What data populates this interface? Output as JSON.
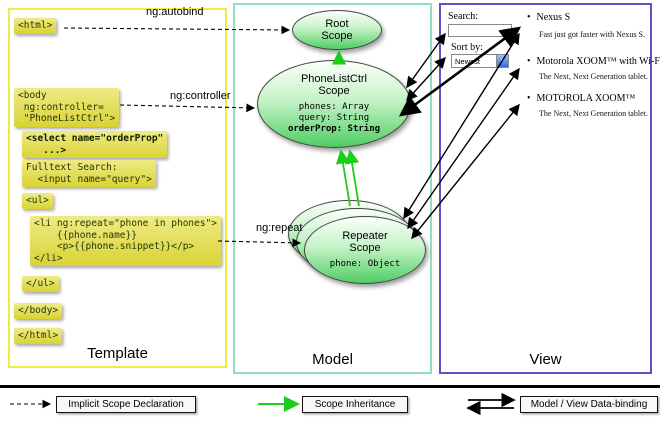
{
  "panels": {
    "template_label": "Template",
    "model_label": "Model",
    "view_label": "View"
  },
  "template_code": {
    "html_open": "<html>",
    "body_open": "<body\n ng:controller=\n \"PhoneListCtrl\">",
    "select_orderprop": "<select name=\"orderProp\"\n   ...>",
    "fulltext_search": "Fulltext Search:\n  <input name=\"query\">",
    "ul_open": "<ul>",
    "li_repeat": "<li ng:repeat=\"phone in phones\">\n    {{phone.name}}\n    <p>{{phone.snippet}}</p>\n</li>",
    "ul_close": "</ul>",
    "body_close": "</body>",
    "html_close": "</html>"
  },
  "model": {
    "root_scope_title": "Root\nScope",
    "phonelist_title": "PhoneListCtrl\nScope",
    "phonelist_props": [
      "phones: Array",
      "query: String",
      "orderProp: String"
    ],
    "repeater_title": "Repeater\nScope",
    "repeater_prop": "phone: Object"
  },
  "arrow_labels": {
    "autobind": "ng:autobind",
    "controller": "ng:controller",
    "repeat": "ng:repeat"
  },
  "view": {
    "search_label": "Search:",
    "sort_label": "Sort by:",
    "sort_value": "Newest",
    "sort_dropdown_glyph": "▾",
    "items": [
      {
        "name": "Nexus S",
        "desc": "Fast just got faster with Nexus S."
      },
      {
        "name": "Motorola XOOM™ with Wi-Fi",
        "desc": "The Next, Next Generation tablet."
      },
      {
        "name": "MOTOROLA XOOM™",
        "desc": "The Next, Next Generation tablet."
      }
    ]
  },
  "legend": {
    "implicit": "Implicit Scope Declaration",
    "inheritance": "Scope Inheritance",
    "databinding": "Model / View Data-binding"
  },
  "colors": {
    "template_border": "#ecec45",
    "model_border": "#93dcc6",
    "view_border": "#5b51cb",
    "code_bg_top": "#efeb85",
    "code_bg_bottom": "#d9d335",
    "scope_green": "#4fce64",
    "inheritance_green": "#19cf19"
  }
}
